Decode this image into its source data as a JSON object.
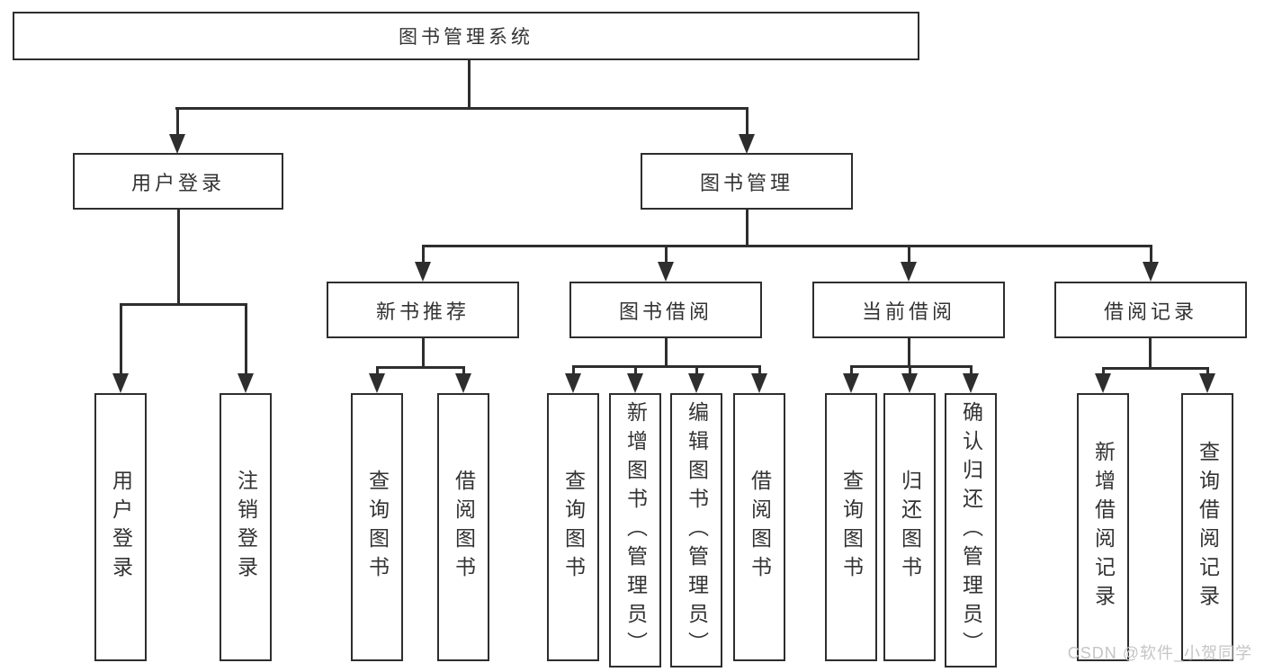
{
  "diagram": {
    "root": {
      "label": "图书管理系统"
    },
    "level2": [
      {
        "label": "用户登录"
      },
      {
        "label": "图书管理"
      }
    ],
    "level3": [
      {
        "label": "新书推荐"
      },
      {
        "label": "图书借阅"
      },
      {
        "label": "当前借阅"
      },
      {
        "label": "借阅记录"
      }
    ],
    "leaves": {
      "user_login": [
        "用户登录",
        "注销登录"
      ],
      "new_book_recommend": [
        "查询图书",
        "借阅图书"
      ],
      "book_borrow": [
        "查询图书",
        "新增图书（管理员）",
        "编辑图书（管理员）",
        "借阅图书"
      ],
      "current_borrow": [
        "查询图书",
        "归还图书",
        "确认归还（管理员）"
      ],
      "borrow_record": [
        "新增借阅记录",
        "查询借阅记录"
      ]
    },
    "watermark": "CSDN @软件_小贺同学",
    "colors": {
      "line": "#2e2e2e",
      "box_border": "#2e2e2e",
      "box_fill": "#ffffff",
      "text": "#333333",
      "watermark": "#c5c5c5"
    }
  }
}
